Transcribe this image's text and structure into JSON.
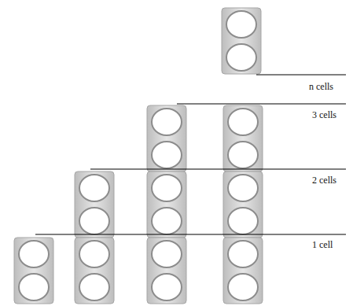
{
  "diagram": {
    "labels": [
      "n cells",
      "3 cells",
      "2 cells",
      "1 cell"
    ]
  }
}
